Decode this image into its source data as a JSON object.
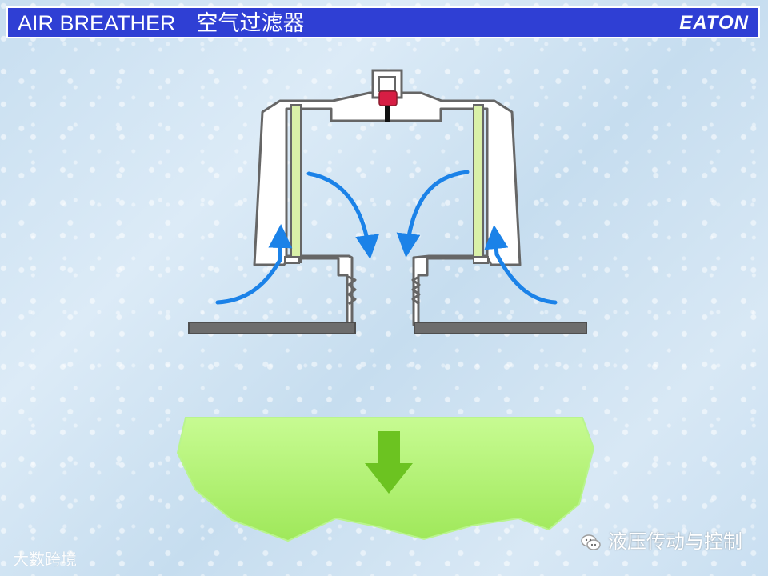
{
  "header": {
    "title_en": "AIR BREATHER",
    "title_cn": "空气过滤器",
    "brand": "EATON"
  },
  "watermarks": {
    "left": "大数跨境",
    "right": "液压传动与控制"
  },
  "icons": {
    "airflow": "airflow-arrow-icon",
    "down": "down-arrow-icon",
    "wechat": "wechat-icon"
  },
  "colors": {
    "title_bar": "#2f3fd4",
    "housing_stroke": "#666666",
    "housing_fill": "#ffffff",
    "filter_fill": "#d9f0a8",
    "airflow": "#1b82e8",
    "fluid_fill": "#aef36d",
    "down_arrow": "#6cc321",
    "cap_red": "#d71e44",
    "base_fill": "#6d6d6d"
  }
}
